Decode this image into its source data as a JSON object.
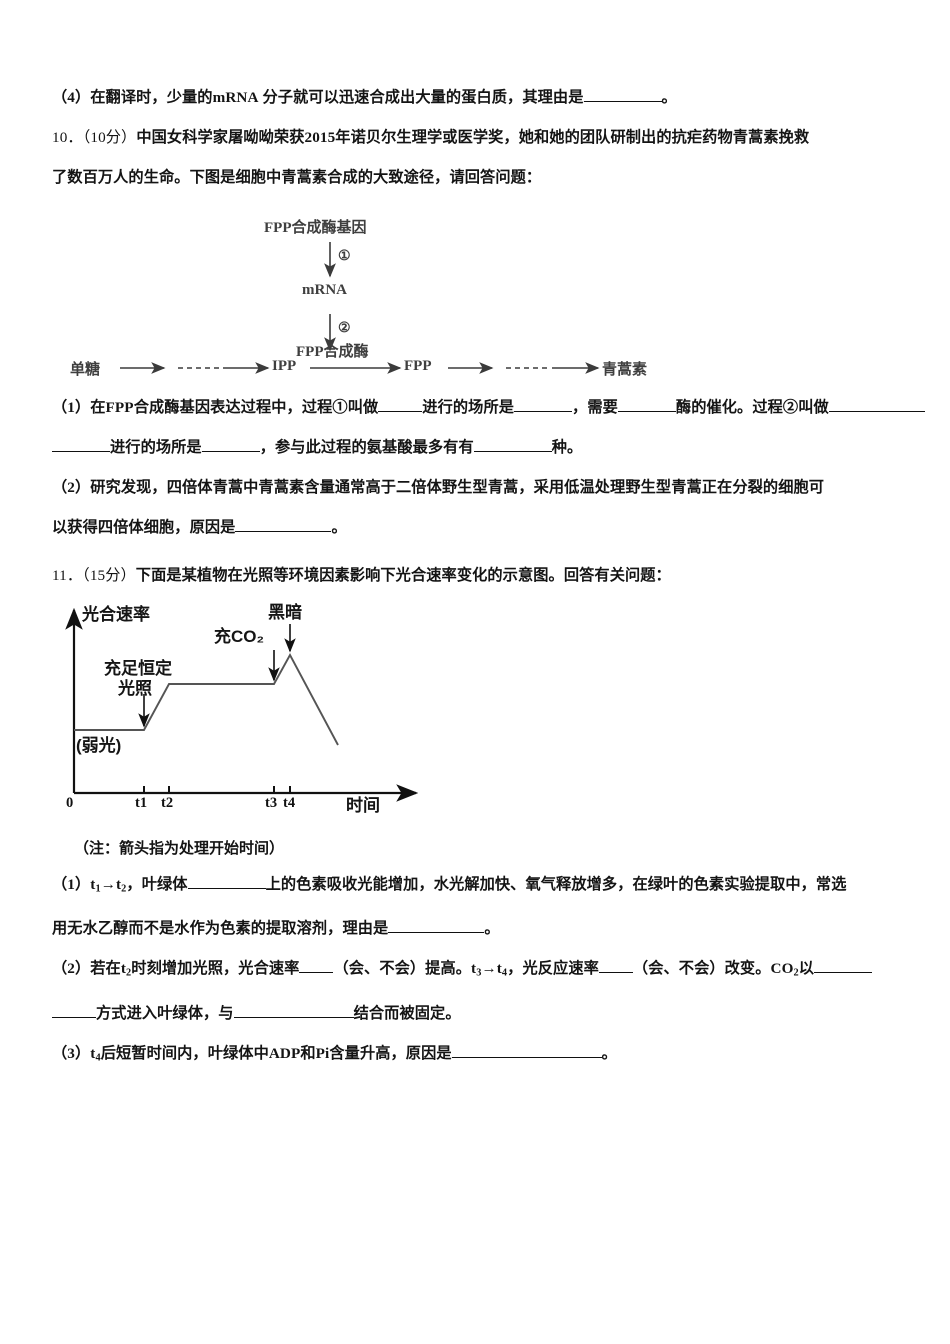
{
  "page": {
    "background": "#ffffff",
    "ink": "#141414"
  },
  "question9": {
    "part4": {
      "prefix": "（4）在翻译时，少量的",
      "mrna": "mRNA",
      "middle": "分子就可以迅速合成出大量的蛋白质，其理由是",
      "suffix": "。"
    }
  },
  "question10": {
    "number": "10．",
    "score": "（10分）",
    "stem_line1": "中国女科学家屠呦呦荣获2015年诺贝尔生理学或医学奖，她和她的团队研制出的抗疟药物青蒿素挽救",
    "stem_line2": "了数百万人的生命。下图是细胞中青蒿素合成的大致途径，请回答问题：",
    "diagram": {
      "gene": "FPP合成酶基因",
      "step1": "①",
      "mrna": "mRNA",
      "step2": "②",
      "enzyme": "FPP合成酶",
      "chain": [
        "单糖",
        "IPP",
        "FPP",
        "青蒿素"
      ]
    },
    "part1": {
      "seg1": "（1）在FPP合成酶基因表达过程中，过程①叫做",
      "seg2": "进行的场所是",
      "seg3": "，需要",
      "seg4": "酶的催化。过程②叫做",
      "seg5": "进行的场所是",
      "seg6": "，参与此过程的氨基酸最多有有",
      "seg7": "种。"
    },
    "part2": {
      "line1": "（2）研究发现，四倍体青蒿中青蒿素含量通常高于二倍体野生型青蒿，采用低温处理野生型青蒿正在分裂的细胞可",
      "line2": "以获得四倍体细胞，原因是",
      "suffix": "。"
    }
  },
  "question11": {
    "number": "11．",
    "score": "（15分）",
    "stem": "下面是某植物在光照等环境因素影响下光合速率变化的示意图。回答有关问题：",
    "note": "（注：箭头指为处理开始时间）",
    "part1": {
      "seg1": "（1）t",
      "sub1": "1",
      "arrow": "→t",
      "sub2": "2",
      "seg2": "，叶绿体",
      "seg3": "上的色素吸收光能增加，水光解加快、氧气释放增多，在绿叶的色素实验提取中，常选",
      "line2a": "用无水乙醇而不是水作为色素的提取溶剂，理由是",
      "suffix": "。"
    },
    "part2": {
      "seg1": "（2）若在t",
      "sub1": "2",
      "seg2": "时刻增加光照，光合速率",
      "seg3": "（会、不会）提高。t",
      "sub2": "3",
      "seg4": "→t",
      "sub3": "4",
      "seg5": "，光反应速率",
      "seg6": "（会、不会）改变。CO",
      "sub4": "2",
      "seg7": "以",
      "line2a": "方式进入叶绿体，与",
      "line2b": "结合而被固定。"
    },
    "part3": {
      "seg1": "（3）t",
      "sub1": "4",
      "seg2": "后短暂时间内，叶绿体中ADP和Pi含量升高，原因是",
      "suffix": "。"
    }
  },
  "chart_data": {
    "type": "line",
    "title": "",
    "ylabel": "光合速率",
    "xlabel": "时间",
    "origin_label": "0",
    "grid": false,
    "legend": null,
    "xticks": [
      "t1",
      "t2",
      "t3",
      "t4"
    ],
    "annotations": [
      {
        "text": "(弱光)",
        "target": "baseline segment 0 to t1"
      },
      {
        "text": "充足恒定",
        "target": "t1"
      },
      {
        "text": "光照",
        "target": "t1"
      },
      {
        "text": "充CO₂",
        "target": "t3"
      },
      {
        "text": "黑暗",
        "target": "t4"
      }
    ],
    "series": [
      {
        "name": "光合速率",
        "points": [
          {
            "x": "0",
            "y": 25
          },
          {
            "x": "t1",
            "y": 25
          },
          {
            "x": "t2",
            "y": 55
          },
          {
            "x": "t3",
            "y": 55
          },
          {
            "x": "t4",
            "y": 73
          },
          {
            "x": "end",
            "y": 18
          }
        ]
      }
    ],
    "description": "Flat low plateau (weak light) until t1, rise between t1 and t2, higher flat plateau t2 to t3, rise to peak at t4 after CO2 supplementation, then steep fall after dark treatment."
  }
}
